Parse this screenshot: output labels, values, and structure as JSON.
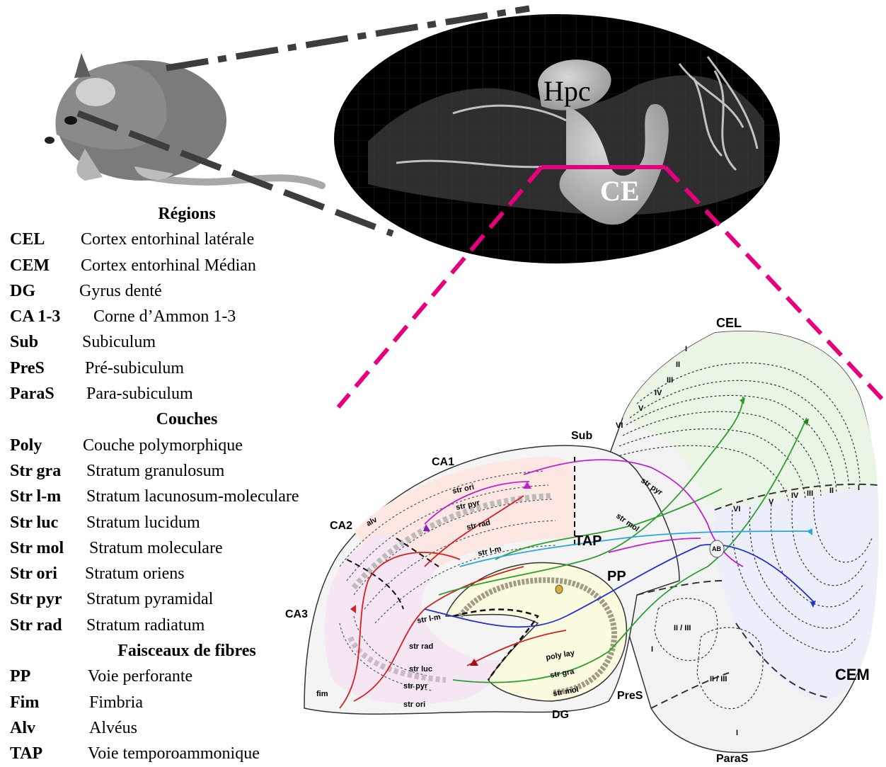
{
  "overview": {
    "hpc_label": "Hpc",
    "ce_label": "CE"
  },
  "legend": {
    "sections": [
      {
        "title": "Régions",
        "items": [
          {
            "abbr": "CEL",
            "def": "Cortex entorhinal latérale"
          },
          {
            "abbr": "CEM",
            "def": "Cortex entorhinal Médian"
          },
          {
            "abbr": "DG",
            "def": "Gyrus denté"
          },
          {
            "abbr": "CA 1-3",
            "def": "Corne d’Ammon 1-3"
          },
          {
            "abbr": "Sub",
            "def": "Subiculum"
          },
          {
            "abbr": "PreS",
            "def": "Pré-subiculum"
          },
          {
            "abbr": "ParaS",
            "def": "Para-subiculum"
          }
        ]
      },
      {
        "title": "Couches",
        "items": [
          {
            "abbr": "Poly",
            "def": "Couche polymorphique"
          },
          {
            "abbr": "Str gra",
            "def": "Stratum granulosum"
          },
          {
            "abbr": "Str l-m",
            "def": "Stratum lacunosum-moleculare"
          },
          {
            "abbr": "Str luc",
            "def": "Stratum lucidum"
          },
          {
            "abbr": "Str mol",
            "def": "Stratum moleculare"
          },
          {
            "abbr": "Str ori",
            "def": "Stratum oriens"
          },
          {
            "abbr": "Str pyr",
            "def": "Stratum pyramidal"
          },
          {
            "abbr": "Str rad",
            "def": "Stratum radiatum"
          }
        ]
      },
      {
        "title": "Faisceaux de fibres",
        "items": [
          {
            "abbr": "PP",
            "def": "Voie perforante"
          },
          {
            "abbr": "Fim",
            "def": "Fimbria"
          },
          {
            "abbr": "Alv",
            "def": "Alvéus"
          },
          {
            "abbr": "TAP",
            "def": "Voie temporoammonique"
          }
        ]
      }
    ]
  },
  "diagram": {
    "regions": {
      "cel": "CEL",
      "cem": "CEM",
      "sub": "Sub",
      "ca1": "CA1",
      "ca2": "CA2",
      "ca3": "CA3",
      "dg": "DG",
      "pres": "PreS",
      "paras": "ParaS"
    },
    "pathways": {
      "tap": "TAP",
      "pp": "PP"
    },
    "strata": {
      "alv": "alv",
      "str_ori_ca1": "str ori",
      "str_pyr_ca1": "str pyr",
      "str_rad_ca1": "str rad",
      "str_lm_ca1": "str l-m",
      "str_pyr_sub": "str pyr",
      "str_mol_sub": "str mol",
      "str_lm_dg": "str l-m",
      "str_rad_ca3": "str rad",
      "str_luc": "str luc",
      "str_pyr_ca3": "str pyr",
      "str_ori_ca3": "str ori",
      "fim": "fim",
      "poly_lay": "poly lay",
      "str_gra": "str gra",
      "str_mol_dg": "str mol",
      "ab": "AB"
    },
    "cortical_layers": {
      "cel": [
        "I",
        "II",
        "III",
        "IV",
        "V",
        "VI"
      ],
      "cem": [
        "VI",
        "V",
        "IV",
        "III",
        "II",
        "I"
      ],
      "pres_layers": [
        "II / III",
        "I",
        "II / III"
      ],
      "paras_layer": "I"
    }
  },
  "colors": {
    "pathway_magenta": "#e6007e",
    "ca1_fill": "#fde7e3",
    "ca3_fill": "#f6e6f4",
    "dg_fill": "#fbfbe0",
    "cel_fill": "#eaf5e6",
    "cem_fill": "#eceefa",
    "fiber_red": "#d42020",
    "fiber_green": "#2ca02c",
    "fiber_blue": "#2233cc",
    "fiber_cyan": "#29a8e0",
    "fiber_purple": "#c020d0"
  }
}
